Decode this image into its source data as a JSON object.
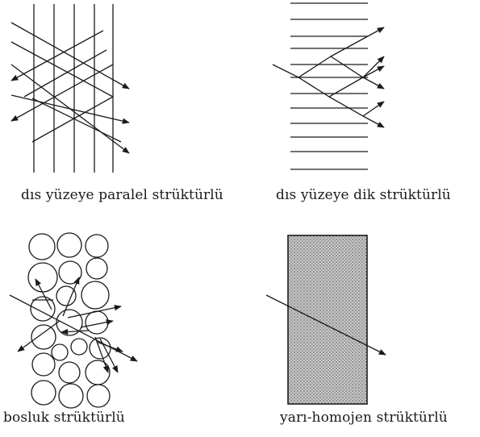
{
  "panels": [
    {
      "id": "parallel",
      "caption": "dıs yüzeye paralel strüktürlü"
    },
    {
      "id": "perpendicular",
      "caption": "dıs yüzeye dik strüktürlü"
    },
    {
      "id": "porous",
      "caption": "bosluk strüktürlü"
    },
    {
      "id": "semi-homogeneous",
      "caption": "yarı-homojen strüktürlü"
    }
  ],
  "colors": {
    "ink": "#1a1a1a",
    "fill": "#bdbdbd",
    "background": "#ffffff"
  }
}
